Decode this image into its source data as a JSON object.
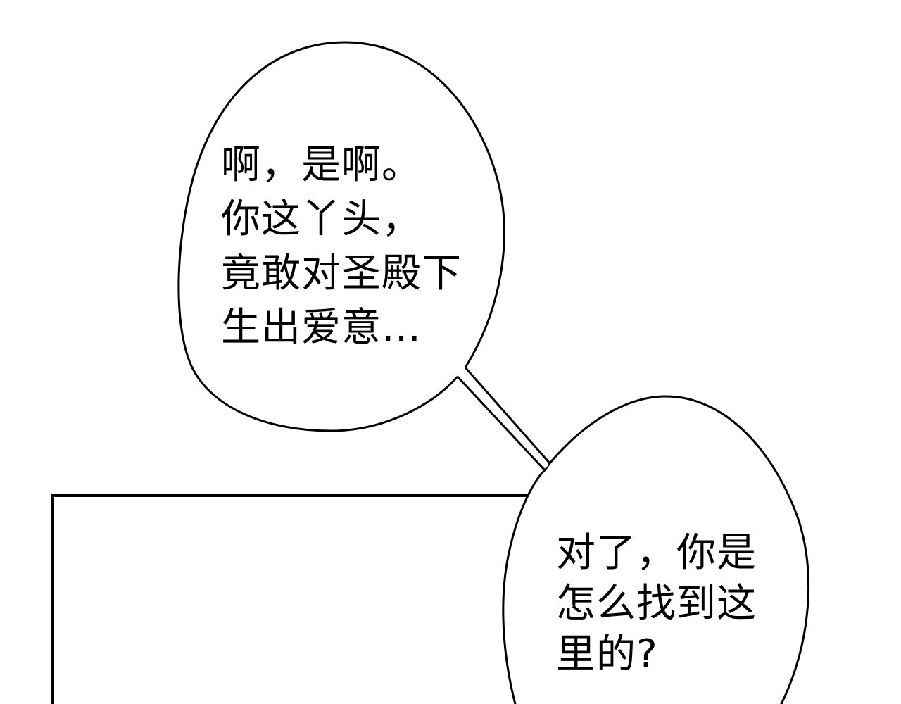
{
  "panel": {
    "background": "#ffffff",
    "stroke": "#000000"
  },
  "bubbles": [
    {
      "id": "bubble-1",
      "speaker_side": "upper-left",
      "lines": [
        "啊，是啊。",
        "你这丫头，",
        "竟敢对圣殿下",
        "生出爱意…"
      ]
    },
    {
      "id": "bubble-2",
      "speaker_side": "lower-right",
      "lines": [
        "对了，你是",
        "怎么找到这",
        "里的?"
      ]
    }
  ]
}
